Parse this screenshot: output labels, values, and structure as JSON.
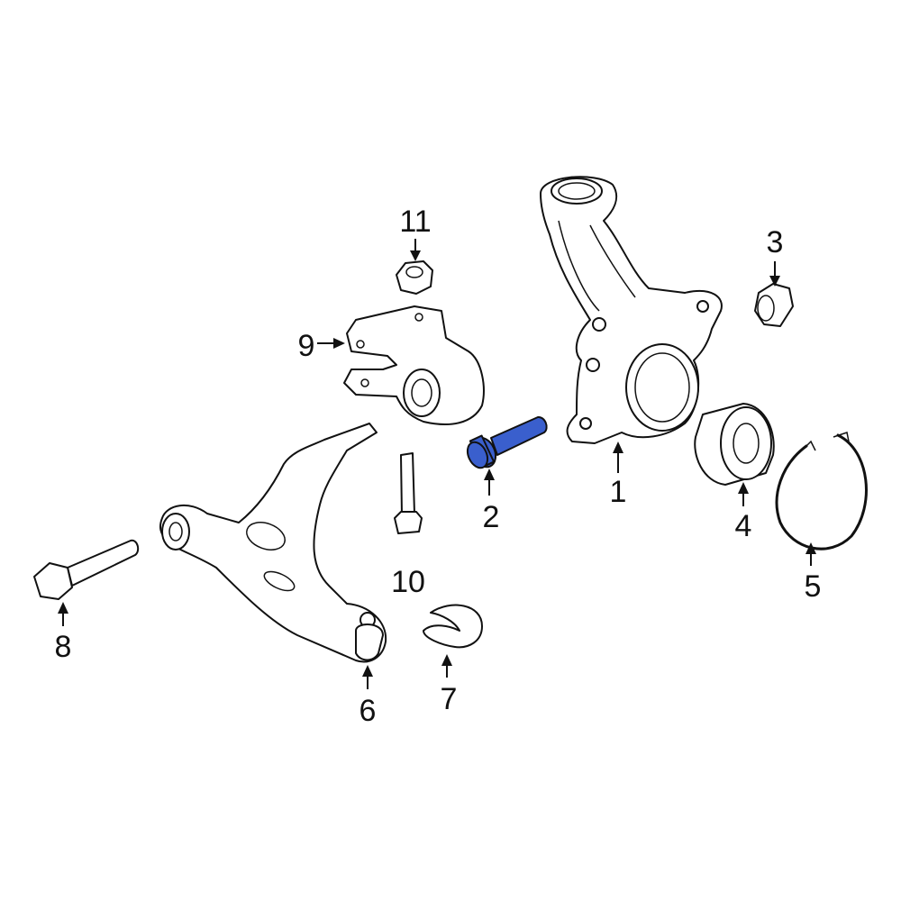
{
  "diagram": {
    "highlight_color": "#3a5fcd",
    "highlighted_part": "2",
    "callouts": [
      {
        "id": "1",
        "label": "1"
      },
      {
        "id": "2",
        "label": "2"
      },
      {
        "id": "3",
        "label": "3"
      },
      {
        "id": "4",
        "label": "4"
      },
      {
        "id": "5",
        "label": "5"
      },
      {
        "id": "6",
        "label": "6"
      },
      {
        "id": "7",
        "label": "7"
      },
      {
        "id": "8",
        "label": "8"
      },
      {
        "id": "9",
        "label": "9"
      },
      {
        "id": "10",
        "label": "10"
      },
      {
        "id": "11",
        "label": "11"
      }
    ]
  }
}
